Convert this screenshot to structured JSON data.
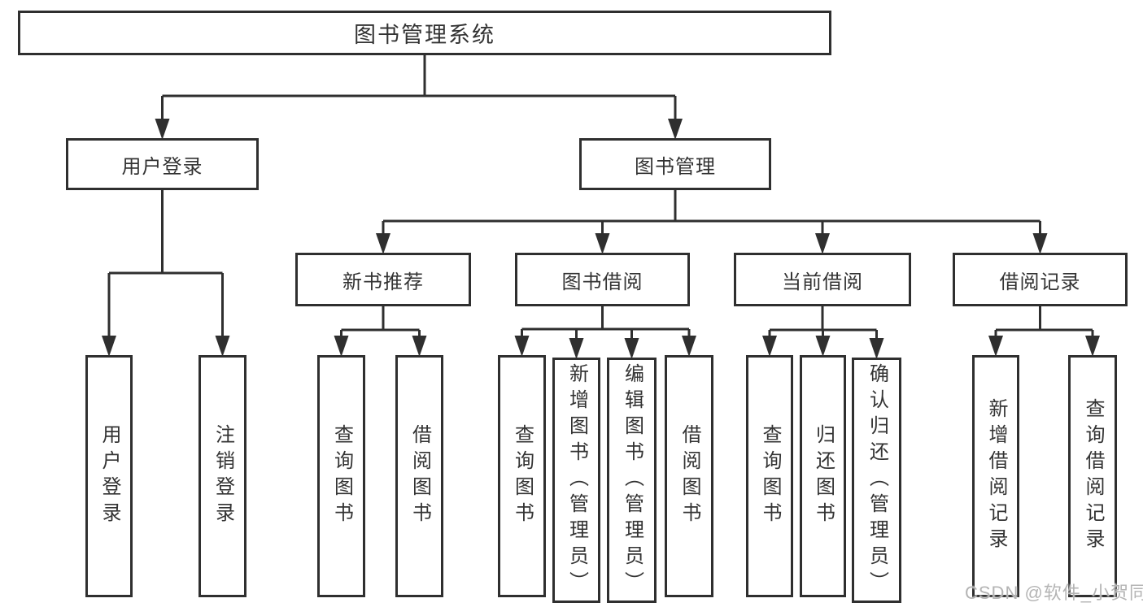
{
  "diagram": {
    "watermark": "CSDN @软件_小贺同学",
    "colors": {
      "line": "#2f2f2f",
      "box_border": "#2f2f2f",
      "box_fill": "#ffffff",
      "text": "#333333",
      "watermark": "#b4b4b4"
    },
    "nodes": [
      {
        "id": "root",
        "label": "图书管理系统",
        "parent": null
      },
      {
        "id": "user-login",
        "label": "用户登录",
        "parent": "root"
      },
      {
        "id": "book-mgmt",
        "label": "图书管理",
        "parent": "root"
      },
      {
        "id": "new-book-rec",
        "label": "新书推荐",
        "parent": "book-mgmt"
      },
      {
        "id": "book-borrow",
        "label": "图书借阅",
        "parent": "book-mgmt"
      },
      {
        "id": "current-borrow",
        "label": "当前借阅",
        "parent": "book-mgmt"
      },
      {
        "id": "borrow-record",
        "label": "借阅记录",
        "parent": "book-mgmt"
      },
      {
        "id": "leaf-user-login",
        "label": "用户登录",
        "parent": "user-login"
      },
      {
        "id": "leaf-logout",
        "label": "注销登录",
        "parent": "user-login"
      },
      {
        "id": "leaf-query-book-1",
        "label": "查询图书",
        "parent": "new-book-rec"
      },
      {
        "id": "leaf-borrow-book-1",
        "label": "借阅图书",
        "parent": "new-book-rec"
      },
      {
        "id": "leaf-query-book-2",
        "label": "查询图书",
        "parent": "book-borrow"
      },
      {
        "id": "leaf-add-book",
        "label": "新增图书（管理员）",
        "parent": "book-borrow"
      },
      {
        "id": "leaf-edit-book",
        "label": "编辑图书（管理员）",
        "parent": "book-borrow"
      },
      {
        "id": "leaf-borrow-book-2",
        "label": "借阅图书",
        "parent": "book-borrow"
      },
      {
        "id": "leaf-query-book-3",
        "label": "查询图书",
        "parent": "current-borrow"
      },
      {
        "id": "leaf-return-book",
        "label": "归还图书",
        "parent": "current-borrow"
      },
      {
        "id": "leaf-confirm-return",
        "label": "确认归还（管理员）",
        "parent": "current-borrow"
      },
      {
        "id": "leaf-add-record",
        "label": "新增借阅记录",
        "parent": "borrow-record"
      },
      {
        "id": "leaf-query-record",
        "label": "查询借阅记录",
        "parent": "borrow-record"
      }
    ]
  }
}
